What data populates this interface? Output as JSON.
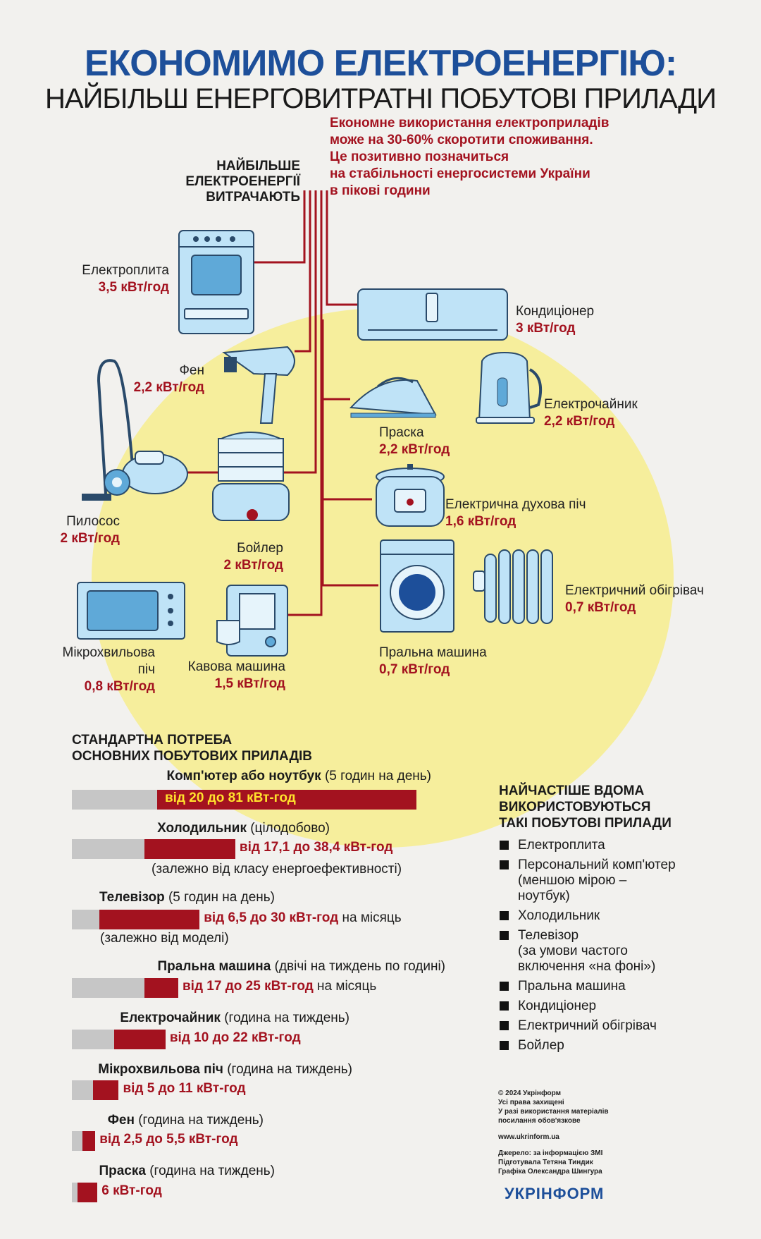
{
  "title": {
    "line1": "ЕКОНОМИМО ЕЛЕКТРОЕНЕРГІЮ:",
    "line2": "НАЙБІЛЬШ ЕНЕРГОВИТРАТНІ ПОБУТОВІ ПРИЛАДИ"
  },
  "intro": {
    "line1": "Економне використання електроприладів",
    "line2": "може на 30-60% скоротити споживання.",
    "line3": "Це позитивно позначиться",
    "line4": "на стабільності енергосистеми України",
    "line5": "в пікові години"
  },
  "most_label": {
    "line1": "НАЙБІЛЬШЕ",
    "line2": "ЕЛЕКТРОЕНЕРГІЇ",
    "line3": "ВИТРАЧАЮТЬ"
  },
  "appliances": {
    "stove": {
      "name": "Електроплита",
      "value": "3,5 кВт/год"
    },
    "ac": {
      "name": "Кондиціонер",
      "value": "3 кВт/год"
    },
    "hairdryer": {
      "name": "Фен",
      "value": "2,2 кВт/год"
    },
    "kettle": {
      "name": "Електрочайник",
      "value": "2,2 кВт/год"
    },
    "iron": {
      "name": "Праска",
      "value": "2,2 кВт/год"
    },
    "vacuum": {
      "name": "Пилосос",
      "value": "2 кВт/год"
    },
    "boiler": {
      "name": "Бойлер",
      "value": "2 кВт/год"
    },
    "oven": {
      "name": "Електрична духова піч",
      "value": "1,6 кВт/год"
    },
    "heater": {
      "name": "Електричний обігрівач",
      "value": "0,7 кВт/год"
    },
    "microwave": {
      "name_line1": "Мікрохвильова",
      "name_line2": "піч",
      "value": "0,8 кВт/год"
    },
    "coffee": {
      "name": "Кавова машина",
      "value": "1,5 кВт/год"
    },
    "washer": {
      "name": "Пральна машина",
      "value": "0,7 кВт/год"
    }
  },
  "standard": {
    "title_line1": "СТАНДАРТНА ПОТРЕБА",
    "title_line2": "ОСНОВНИХ ПОБУТОВИХ ПРИЛАДІВ",
    "rows": [
      {
        "name": "Комп'ютер або ноутбук",
        "cond": " (5 годин на день)",
        "value": "від 20 до 81 кВт-год",
        "tail": "",
        "note": "",
        "min": 20,
        "max": 81
      },
      {
        "name": "Холодильник",
        "cond": " (цілодобово)",
        "value": "від 17,1 до 38,4 кВт-год",
        "tail": "",
        "note": "(залежно від класу енергоефективності)",
        "min": 17.1,
        "max": 38.4
      },
      {
        "name": "Телевізор",
        "cond": " (5 годин на день)",
        "value": "від 6,5 до 30 кВт-год",
        "tail": " на місяць",
        "note": "(залежно від моделі)",
        "min": 6.5,
        "max": 30
      },
      {
        "name": "Пральна машина",
        "cond": " (двічі на тиждень по годині)",
        "value": "від 17 до 25 кВт-год",
        "tail": " на місяць",
        "note": "",
        "min": 17,
        "max": 25
      },
      {
        "name": "Електрочайник",
        "cond": " (година на тиждень)",
        "value": "від 10 до 22 кВт-год",
        "tail": "",
        "note": "",
        "min": 10,
        "max": 22
      },
      {
        "name": "Мікрохвильова піч",
        "cond": " (година на тиждень)",
        "value": "від 5 до 11 кВт-год",
        "tail": "",
        "note": "",
        "min": 5,
        "max": 11
      },
      {
        "name": "Фен",
        "cond": " (година на тиждень)",
        "value": "від 2,5 до 5,5 кВт-год",
        "tail": "",
        "note": "",
        "min": 2.5,
        "max": 5.5
      },
      {
        "name": "Праска",
        "cond": " (година на тиждень)",
        "value": "6 кВт-год",
        "tail": "",
        "note": "",
        "min": 0,
        "max": 6
      }
    ]
  },
  "common": {
    "title_line1": "НАЙЧАСТІШЕ ВДОМА",
    "title_line2": "ВИКОРИСТОВУЮТЬСЯ",
    "title_line3": "ТАКІ ПОБУТОВІ ПРИЛАДИ",
    "items": [
      [
        "Електроплита"
      ],
      [
        "Персональний комп'ютер",
        "(меншою мірою –",
        "ноутбук)"
      ],
      [
        "Холодильник"
      ],
      [
        "Телевізор",
        "(за умови частого",
        "включення «на фоні»)"
      ],
      [
        "Пральна машина"
      ],
      [
        "Кондиціонер"
      ],
      [
        "Електричний обігрівач"
      ],
      [
        "Бойлер"
      ]
    ]
  },
  "footer": {
    "line1": "© 2024 Укрінформ",
    "line2": "Усі права захищені",
    "line3": "У разі використання матеріалів",
    "line4": "посилання обов'язкове",
    "line5": "www.ukrinform.ua",
    "line6": "Джерело: за інформацією ЗМІ",
    "line7": "Підготувала Тетяна Тиндик",
    "line8": "Графіка Олександра Шингура",
    "logo": "УКРІНФОРМ"
  },
  "colors": {
    "accent_blue": "#1d4f9a",
    "accent_red": "#a3121f",
    "circle_yellow": "#f6ee9c",
    "appliance_blue": "#bfe3f7",
    "bar_gray": "#c6c6c6"
  }
}
